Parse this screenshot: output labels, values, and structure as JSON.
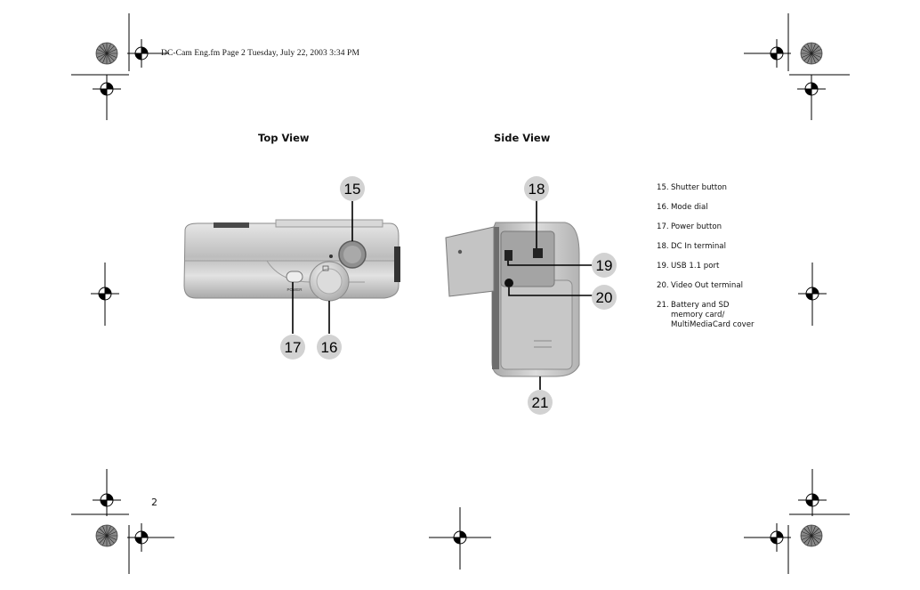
{
  "header": {
    "text": "DC-Cam Eng.fm  Page 2  Tuesday, July 22, 2003  3:34 PM"
  },
  "figures": {
    "top_view_title": "Top View",
    "side_view_title": "Side View",
    "top_view_camera_label": "POWER",
    "callouts": [
      "15",
      "16",
      "17",
      "18",
      "19",
      "20",
      "21"
    ]
  },
  "legend": [
    {
      "num": "15.",
      "text": "Shutter button"
    },
    {
      "num": "16.",
      "text": "Mode dial"
    },
    {
      "num": "17.",
      "text": "Power button"
    },
    {
      "num": "18.",
      "text": "DC In terminal"
    },
    {
      "num": "19.",
      "text": "USB 1.1 port"
    },
    {
      "num": "20.",
      "text": "Video Out terminal"
    },
    {
      "num": "21.",
      "text": "Battery and SD memory card/ MultiMediaCard cover"
    }
  ],
  "page_number": "2",
  "colors": {
    "callout_fill": "#d2d2d2",
    "camera_body": "#cfcfcf",
    "registration_mark": "#7a7a7a"
  }
}
